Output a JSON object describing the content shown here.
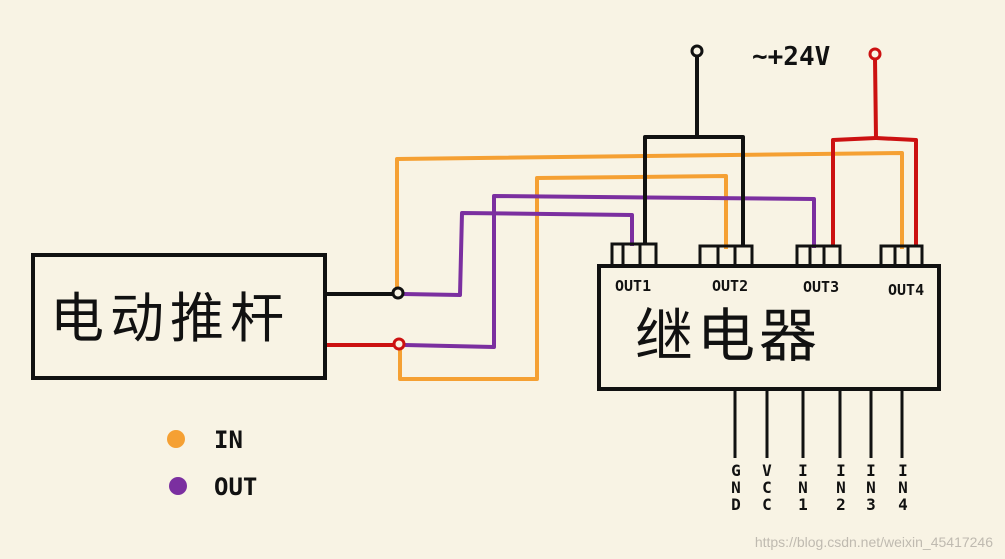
{
  "labels": {
    "actuator": "电动推杆",
    "relay": "继电器",
    "voltage": "~+24V",
    "out1": "OUT1",
    "out2": "OUT2",
    "out3": "OUT3",
    "out4": "OUT4",
    "pins": [
      "GND",
      "VCC",
      "IN1",
      "IN2",
      "IN3",
      "IN4"
    ],
    "legend_in": "IN",
    "legend_out": "OUT",
    "watermark": "https://blog.csdn.net/weixin_45417246"
  },
  "colors": {
    "background": "#f8f3e4",
    "ink": "#111111",
    "orange": "#f5a033",
    "purple": "#7b2fa0",
    "red": "#cc1111"
  }
}
